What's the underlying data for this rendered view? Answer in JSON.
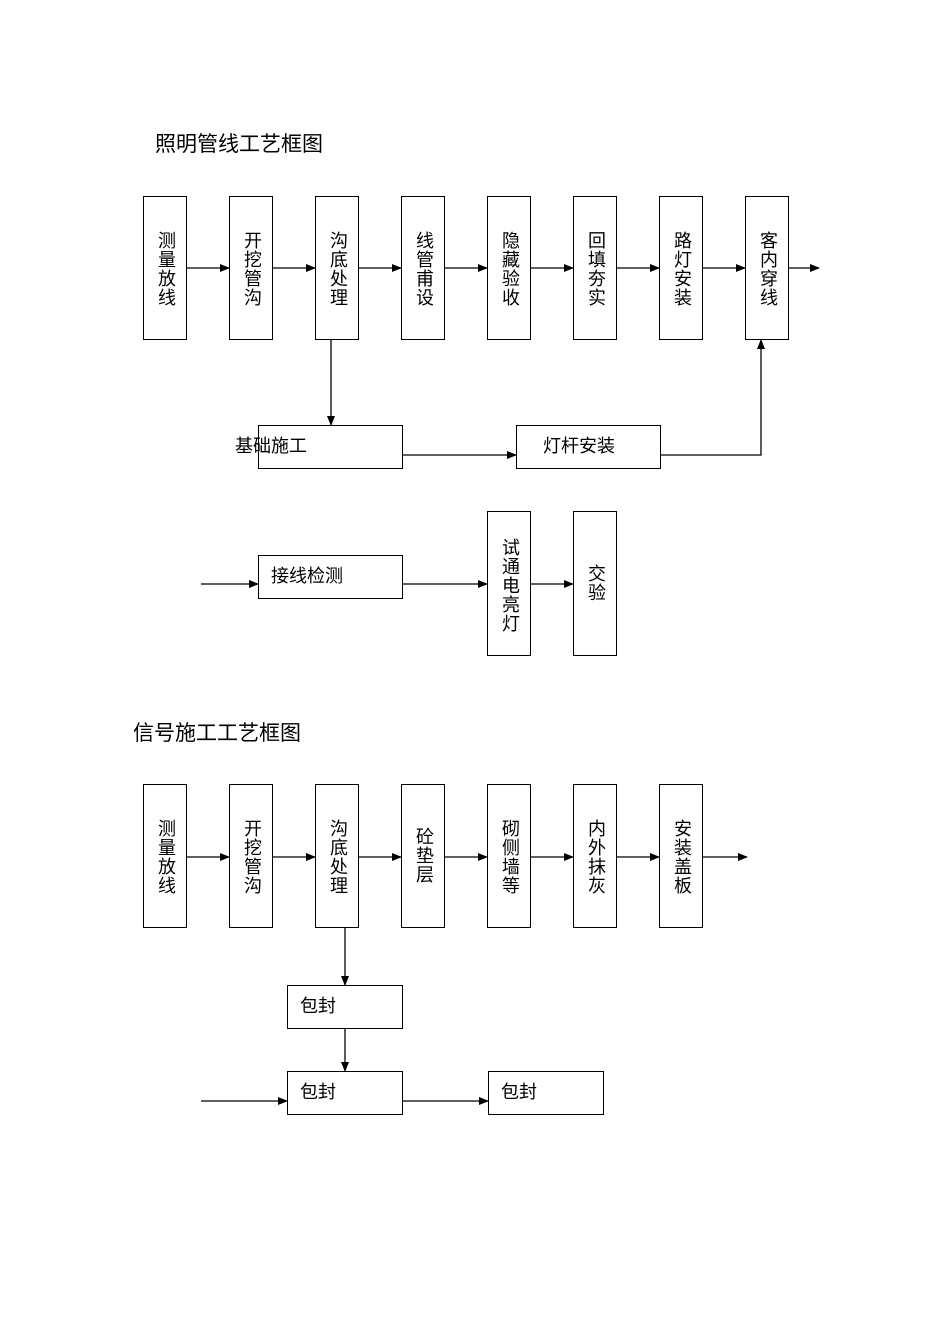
{
  "diagram1": {
    "title": "照明管线工艺框图",
    "steps": [
      "测量放线",
      "开挖管沟",
      "沟底处理",
      "线管甫设",
      "隐藏验收",
      "回填夯实",
      "路灯安装",
      "客内穿线"
    ],
    "foundation": "基础施工",
    "lamp_post": "灯杆安装",
    "wiring": "接线检测",
    "test": "试通电亮灯",
    "handover": "交验"
  },
  "diagram2": {
    "title": "信号施工工艺框图",
    "steps": [
      "测量放线",
      "开挖管沟",
      "沟底处理",
      "砼垫层",
      "砌侧墙等",
      "内外抹灰",
      "安装盖板"
    ],
    "box_a": "包封",
    "box_b": "包封",
    "box_c": "包封"
  }
}
